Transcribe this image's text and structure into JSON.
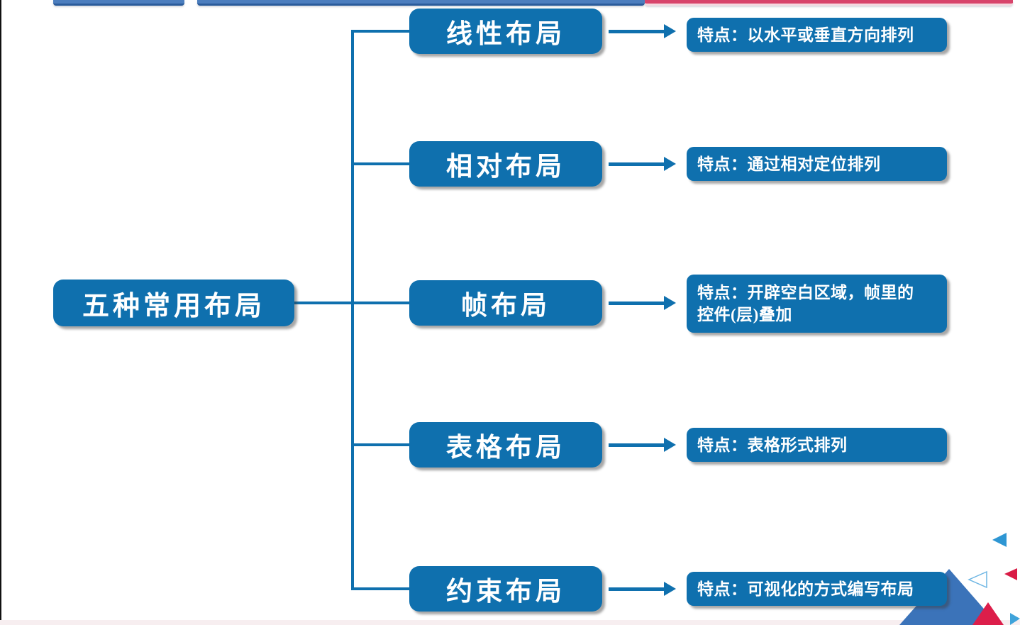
{
  "slide": {
    "root": {
      "label": "五种常用布局"
    },
    "branches": [
      {
        "label": "线性布局",
        "feature": "特点：以水平或垂直方向排列"
      },
      {
        "label": "相对布局",
        "feature": "特点：通过相对定位排列"
      },
      {
        "label": "帧布局",
        "feature": "特点：开辟空白区域，帧里的\n控件(层)叠加"
      },
      {
        "label": "表格布局",
        "feature": "特点：表格形式排列"
      },
      {
        "label": "约束布局",
        "feature": "特点：可视化的方式编写布局"
      }
    ],
    "colors": {
      "node_blue": "#0F70AE",
      "connector_blue": "#0F70AE",
      "topbar_blue_fill": "#4C7EBE",
      "topbar_blue_edge": "#2B5C9B",
      "topbar_red": "#D8446B",
      "decor_triangle_blue": "#3B73B9",
      "decor_triangle_red": "#DC1E4A",
      "decor_triangle_lightblue": "#2E96D3",
      "decor_triangle_outline": "#6CB5E3",
      "bottom_strip_pink": "#F7EEF0"
    },
    "decorations": [
      "large-blue-triangle",
      "large-red-triangle",
      "small-blue-left-triangle",
      "outline-left-triangle",
      "small-red-left-triangle",
      "small-blue-right-triangle"
    ]
  }
}
